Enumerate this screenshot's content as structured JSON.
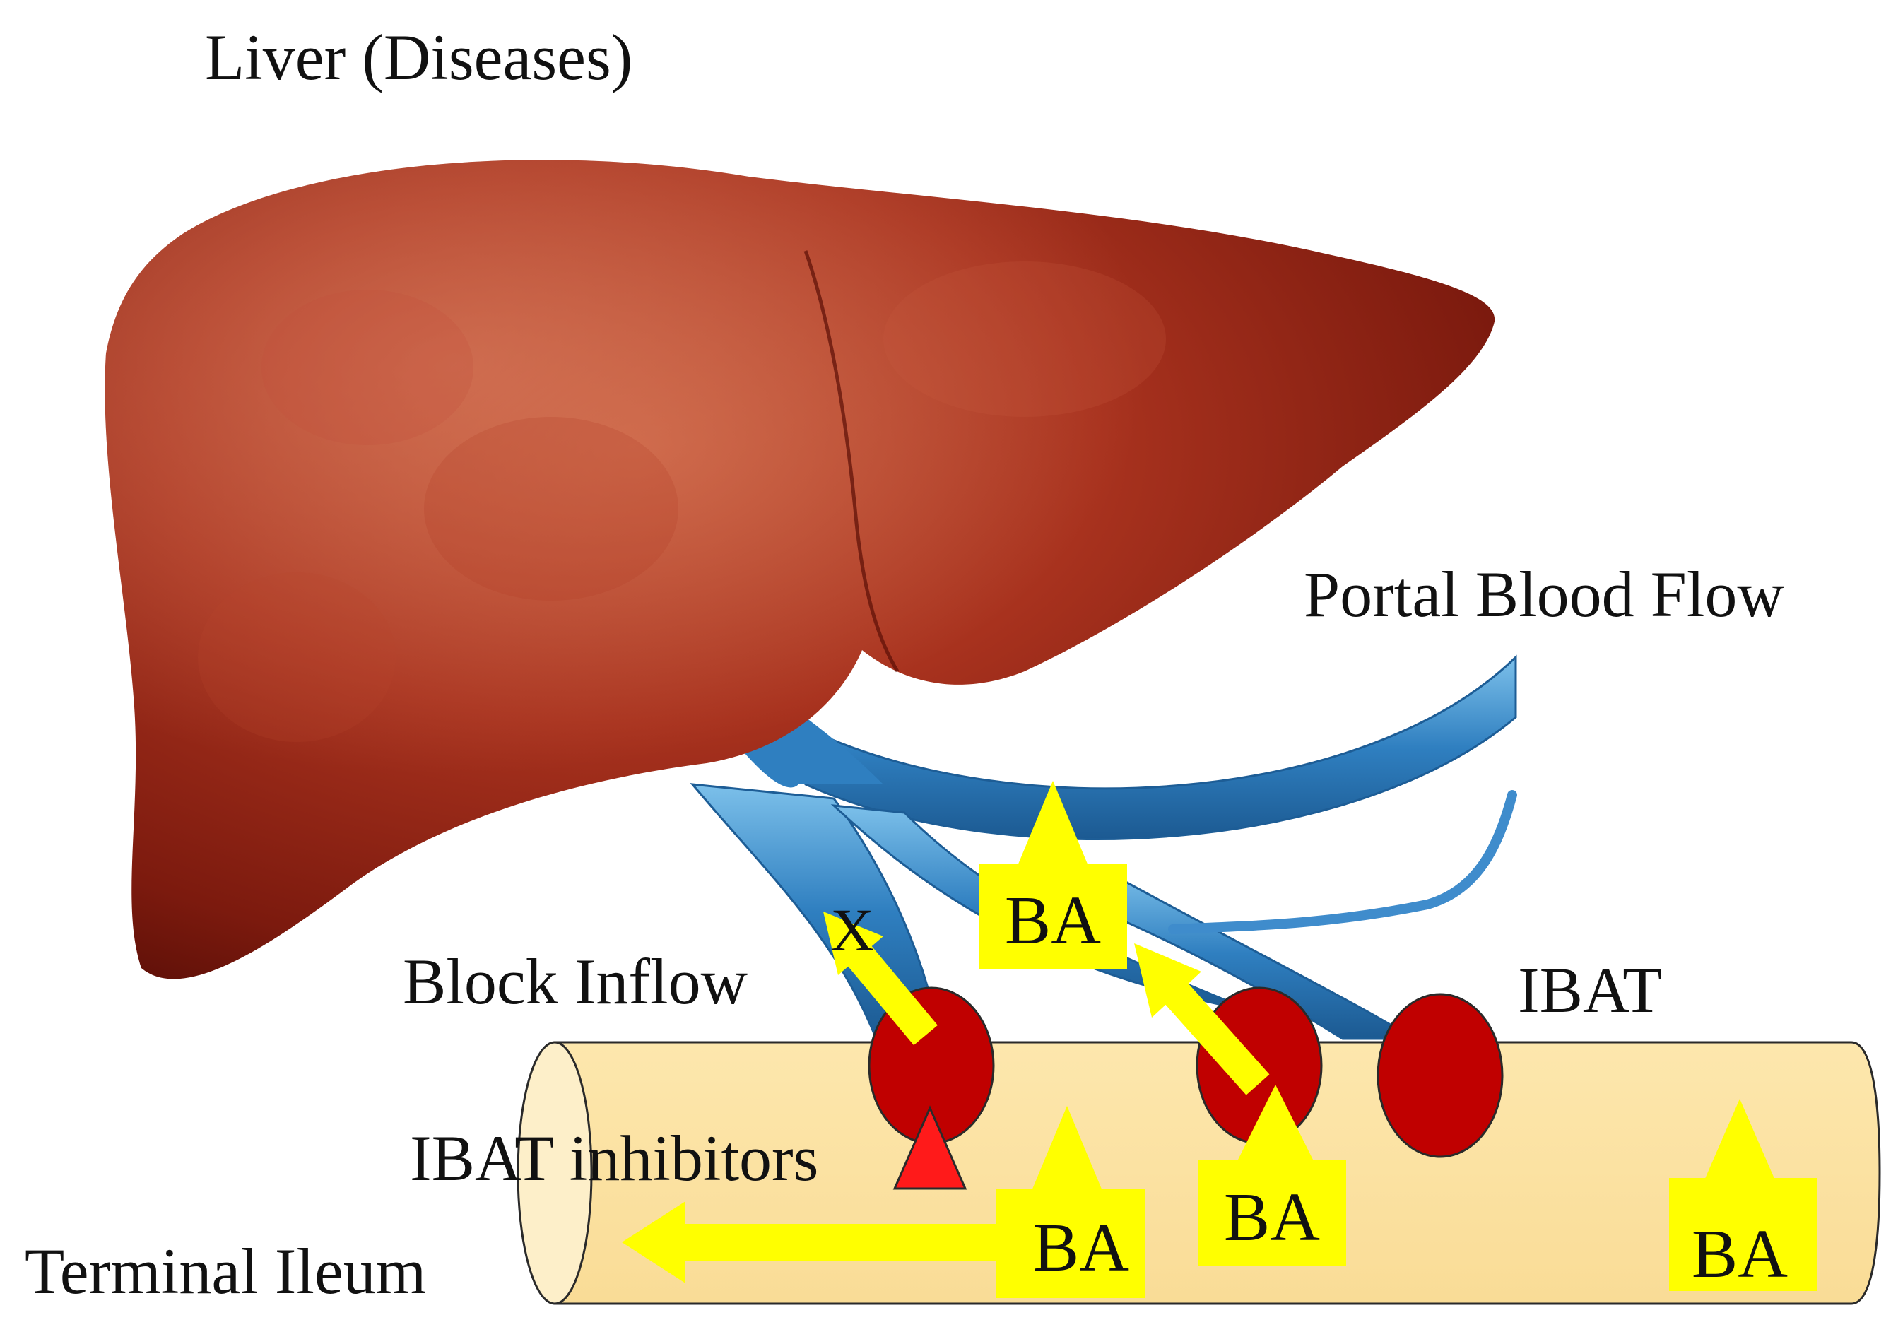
{
  "labels": {
    "liver": "Liver (Diseases)",
    "portal_blood_flow": "Portal Blood Flow",
    "block_inflow": "Block Inflow",
    "ibat": "IBAT",
    "ibat_inhibitors": "IBAT inhibitors",
    "terminal_ileum": "Terminal Ileum",
    "blocked_mark": "X"
  },
  "bile_acid_boxes": [
    {
      "label": "BA"
    },
    {
      "label": "BA"
    },
    {
      "label": "BA"
    },
    {
      "label": "BA"
    }
  ],
  "colors": {
    "liver": "#9a2a18",
    "portal_vein": "#2f7fc0",
    "ileum": "#fbe4a6",
    "transporter": "#c00000",
    "bile_acid": "#ffff00",
    "inhibitor": "#ff1a1a"
  }
}
